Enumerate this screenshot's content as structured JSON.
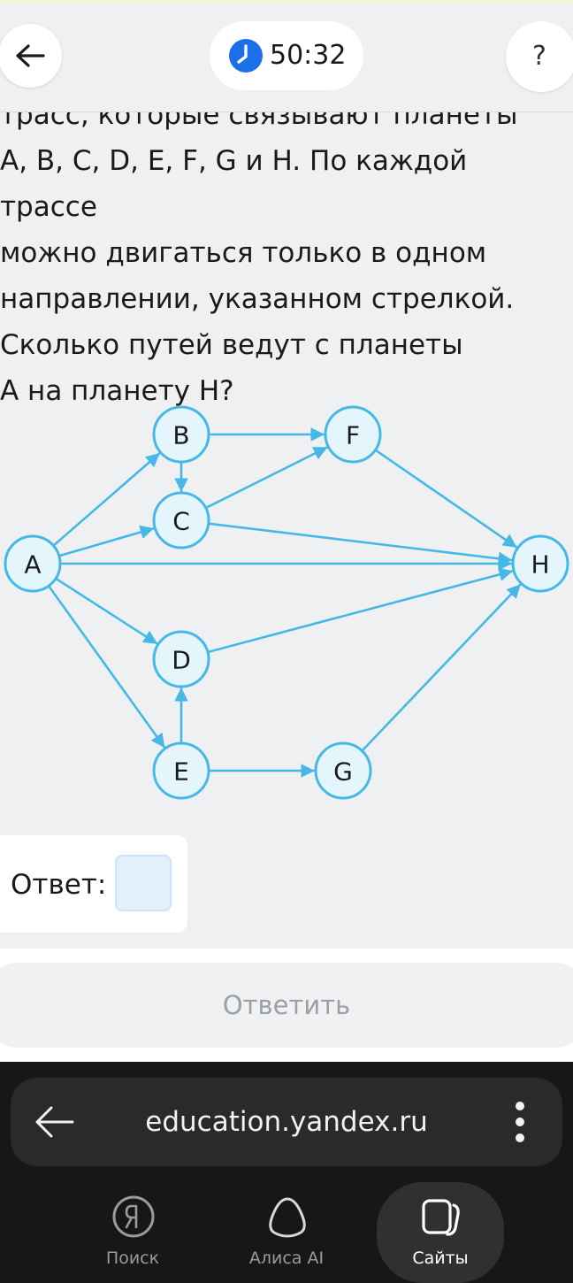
{
  "header": {
    "timer": "50:32",
    "help_label": "?"
  },
  "question": {
    "text": "трасс, которые связывают планеты\nA, B, C, D, E, F, G и H. По каждой трассе\nможно двигаться только в одном\nнаправлении, указанном стрелкой.\nСколько путей ведут с планеты\nA на планету H?"
  },
  "graph": {
    "nodes": [
      "A",
      "B",
      "C",
      "D",
      "E",
      "F",
      "G",
      "H"
    ],
    "edges": [
      [
        "A",
        "B"
      ],
      [
        "A",
        "C"
      ],
      [
        "A",
        "H"
      ],
      [
        "A",
        "D"
      ],
      [
        "A",
        "E"
      ],
      [
        "B",
        "F"
      ],
      [
        "B",
        "C"
      ],
      [
        "C",
        "F"
      ],
      [
        "C",
        "H"
      ],
      [
        "F",
        "H"
      ],
      [
        "D",
        "H"
      ],
      [
        "E",
        "D"
      ],
      [
        "E",
        "G"
      ],
      [
        "G",
        "H"
      ]
    ],
    "edge_color": "#45b8e6",
    "node_fill": "#e4f5fc"
  },
  "answer": {
    "label": "Ответ:",
    "value": ""
  },
  "submit": {
    "label": "Ответить"
  },
  "browser": {
    "url": "education.yandex.ru",
    "nav": [
      {
        "label": "Поиск",
        "icon": "yandex-logo-icon"
      },
      {
        "label": "Алиса AI",
        "icon": "alisa-icon"
      },
      {
        "label": "Сайты",
        "icon": "tabs-icon"
      }
    ]
  }
}
